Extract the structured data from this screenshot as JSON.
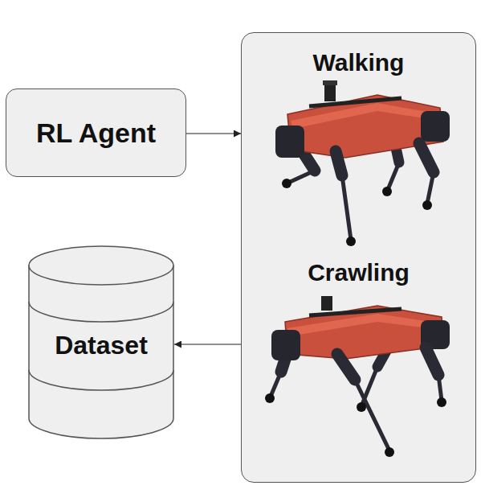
{
  "diagram": {
    "nodes": [
      {
        "text": [
          "RL Agent"
        ]
      },
      {
        "text": [
          "Walking",
          "Crawling"
        ]
      },
      {
        "text": [
          "Dataset"
        ]
      }
    ],
    "edges": [
      {
        "from": 0,
        "to": 1,
        "arrow": "to"
      },
      {
        "from": 1,
        "to": 2,
        "arrow": "to"
      }
    ]
  }
}
